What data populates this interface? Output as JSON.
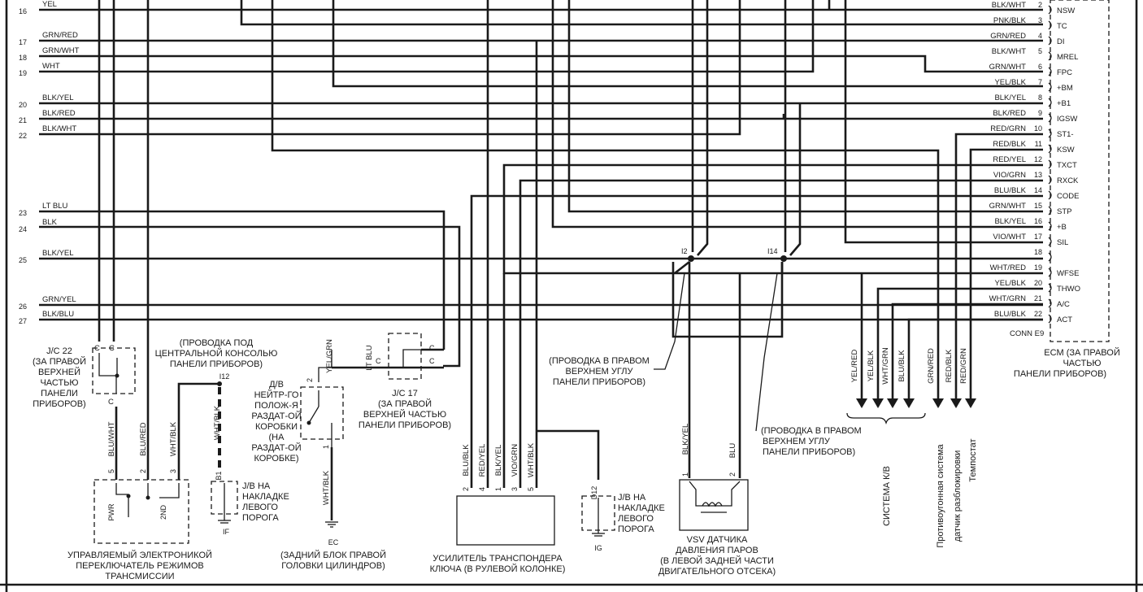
{
  "left_wires": [
    {
      "pin": "16",
      "color": "YEL"
    },
    {
      "pin": "17",
      "color": "GRN/RED"
    },
    {
      "pin": "18",
      "color": "GRN/WHT"
    },
    {
      "pin": "19",
      "color": "WHT"
    },
    {
      "pin": "20",
      "color": "BLK/YEL"
    },
    {
      "pin": "21",
      "color": "BLK/RED"
    },
    {
      "pin": "22",
      "color": "BLK/WHT"
    },
    {
      "pin": "23",
      "color": "LT BLU"
    },
    {
      "pin": "24",
      "color": "BLK"
    },
    {
      "pin": "25",
      "color": "BLK/YEL"
    },
    {
      "pin": "26",
      "color": "GRN/YEL"
    },
    {
      "pin": "27",
      "color": "BLK/BLU"
    }
  ],
  "ecm_pins": [
    {
      "color": "BLK/WHT",
      "num": "2",
      "sig": "NSW"
    },
    {
      "color": "PNK/BLK",
      "num": "3",
      "sig": "TC"
    },
    {
      "color": "GRN/RED",
      "num": "4",
      "sig": "DI"
    },
    {
      "color": "BLK/WHT",
      "num": "5",
      "sig": "MREL"
    },
    {
      "color": "GRN/WHT",
      "num": "6",
      "sig": "FPC"
    },
    {
      "color": "YEL/BLK",
      "num": "7",
      "sig": "+BM"
    },
    {
      "color": "BLK/YEL",
      "num": "8",
      "sig": "+B1"
    },
    {
      "color": "BLK/RED",
      "num": "9",
      "sig": "IGSW"
    },
    {
      "color": "RED/GRN",
      "num": "10",
      "sig": "ST1-"
    },
    {
      "color": "RED/BLK",
      "num": "11",
      "sig": "KSW"
    },
    {
      "color": "RED/YEL",
      "num": "12",
      "sig": "TXCT"
    },
    {
      "color": "VIO/GRN",
      "num": "13",
      "sig": "RXCK"
    },
    {
      "color": "BLU/BLK",
      "num": "14",
      "sig": "CODE"
    },
    {
      "color": "GRN/WHT",
      "num": "15",
      "sig": "STP"
    },
    {
      "color": "BLK/YEL",
      "num": "16",
      "sig": "+B"
    },
    {
      "color": "VIO/WHT",
      "num": "17",
      "sig": "SIL"
    },
    {
      "color": "",
      "num": "18",
      "sig": ""
    },
    {
      "color": "WHT/RED",
      "num": "19",
      "sig": "WFSE"
    },
    {
      "color": "YEL/BLK",
      "num": "20",
      "sig": "THWO"
    },
    {
      "color": "WHT/GRN",
      "num": "21",
      "sig": "A/C"
    },
    {
      "color": "BLU/BLK",
      "num": "22",
      "sig": "ACT"
    }
  ],
  "ecm": {
    "conn": "CONN E9",
    "caption": [
      "ECM (ЗА ПРАВОЙ",
      "ЧАСТЬЮ",
      "ПАНЕЛИ ПРИБОРОВ)"
    ]
  },
  "jc22": {
    "title": "J/C 22",
    "caption": [
      "(ЗА ПРАВОЙ",
      "ВЕРХНЕЙ",
      "ЧАСТЬЮ",
      "ПАНЕЛИ",
      "ПРИБОРОВ)"
    ],
    "c_top": "C",
    "c_top2": "C",
    "c_bot": "C"
  },
  "console_note": [
    "(ПРОВОДКА ПОД",
    "ЦЕНТРАЛЬНОЙ КОНСОЛЬЮ",
    "ПАНЕЛИ ПРИБОРОВ)"
  ],
  "i12": "I12",
  "trans_switch": {
    "wires": [
      {
        "num": "5",
        "color": "BLU/WHT"
      },
      {
        "num": "2",
        "color": "BLU/RED"
      },
      {
        "num": "3",
        "color": "WHT/BLK"
      }
    ],
    "pwr": "PWR",
    "nd": "2ND",
    "caption": [
      "УПРАВЛЯЕМЫЙ ЭЛЕКТРОНИКОЙ",
      "ПЕРЕКЛЮЧАТЕЛЬ РЕЖИМОВ",
      "ТРАНСМИССИИ"
    ]
  },
  "jb_left": {
    "wire": "WHT/BLK",
    "pin": "B1",
    "ground": "IF",
    "caption": [
      "J/B НА",
      "НАКЛАДКЕ",
      "ЛЕВОГО",
      "ПОРОГА"
    ]
  },
  "neutral_sw": {
    "caption": [
      "Д/В",
      "НЕЙТР-ГО",
      "ПОЛОЖ-Я",
      "РАЗДАТ-ОЙ",
      "КОРОБКИ",
      "(НА",
      "РАЗДАТ-ОЙ",
      "КОРОБКЕ)"
    ],
    "top_pin": "2",
    "top_wire": "YEL/GRN",
    "bot_pin": "1",
    "bot_wire": "WHT/BLK",
    "ground": "EC",
    "ground_caption": [
      "(ЗАДНИЙ БЛОК ПРАВОЙ",
      "ГОЛОВКИ ЦИЛИНДРОВ)"
    ]
  },
  "jc17": {
    "title": "J/C 17",
    "caption": [
      "(ЗА ПРАВОЙ",
      "ВЕРХНЕЙ ЧАСТЬЮ",
      "ПАНЕЛИ ПРИБОРОВ)"
    ],
    "wire": "LT BLU",
    "c1": "C",
    "c2": "C",
    "c3": "C"
  },
  "transponder": {
    "wires": [
      {
        "num": "2",
        "color": "BLU/BLK"
      },
      {
        "num": "4",
        "color": "RED/YEL"
      },
      {
        "num": "1",
        "color": "BLK/YEL"
      },
      {
        "num": "3",
        "color": "VIO/GRN"
      },
      {
        "num": "5",
        "color": "WHT/BLK"
      }
    ],
    "caption": [
      "УСИЛИТЕЛЬ ТРАНСПОНДЕРА",
      "КЛЮЧА (В РУЛЕВОЙ КОЛОНКЕ)"
    ]
  },
  "jb_right": {
    "pin": "D12",
    "ground": "IG",
    "caption": [
      "J/B НА",
      "НАКЛАДКЕ",
      "ЛЕВОГО",
      "ПОРОГА"
    ]
  },
  "splice_i2": "I2",
  "splice_i14": "I14",
  "note_upper": [
    "(ПРОВОДКА В ПРАВОМ",
    "ВЕРХНЕМ УГЛУ",
    "ПАНЕЛИ ПРИБОРОВ)"
  ],
  "note_lower": [
    "(ПРОВОДКА В ПРАВОМ",
    "ВЕРХНЕМ УГЛУ",
    "ПАНЕЛИ ПРИБОРОВ)"
  ],
  "vsv": {
    "wires": [
      {
        "num": "1",
        "color": "BLK/YEL"
      },
      {
        "num": "2",
        "color": "BLU"
      }
    ],
    "caption": [
      "VSV ДАТЧИКА",
      "ДАВЛЕНИЯ ПАРОВ",
      "(В ЛЕВОЙ ЗАДНЕЙ ЧАСТИ",
      "ДВИГАТЕЛЬНОГО ОТСЕКА)"
    ]
  },
  "down_wires": [
    "YEL/RED",
    "YEL/BLK",
    "WHT/GRN",
    "BLU/BLK",
    "GRN/RED",
    "RED/BLK",
    "RED/GRN"
  ],
  "systems": [
    "СИСТЕМА К/В",
    "Противоугонная система",
    "датчик разблокировки",
    "Темпостат"
  ]
}
